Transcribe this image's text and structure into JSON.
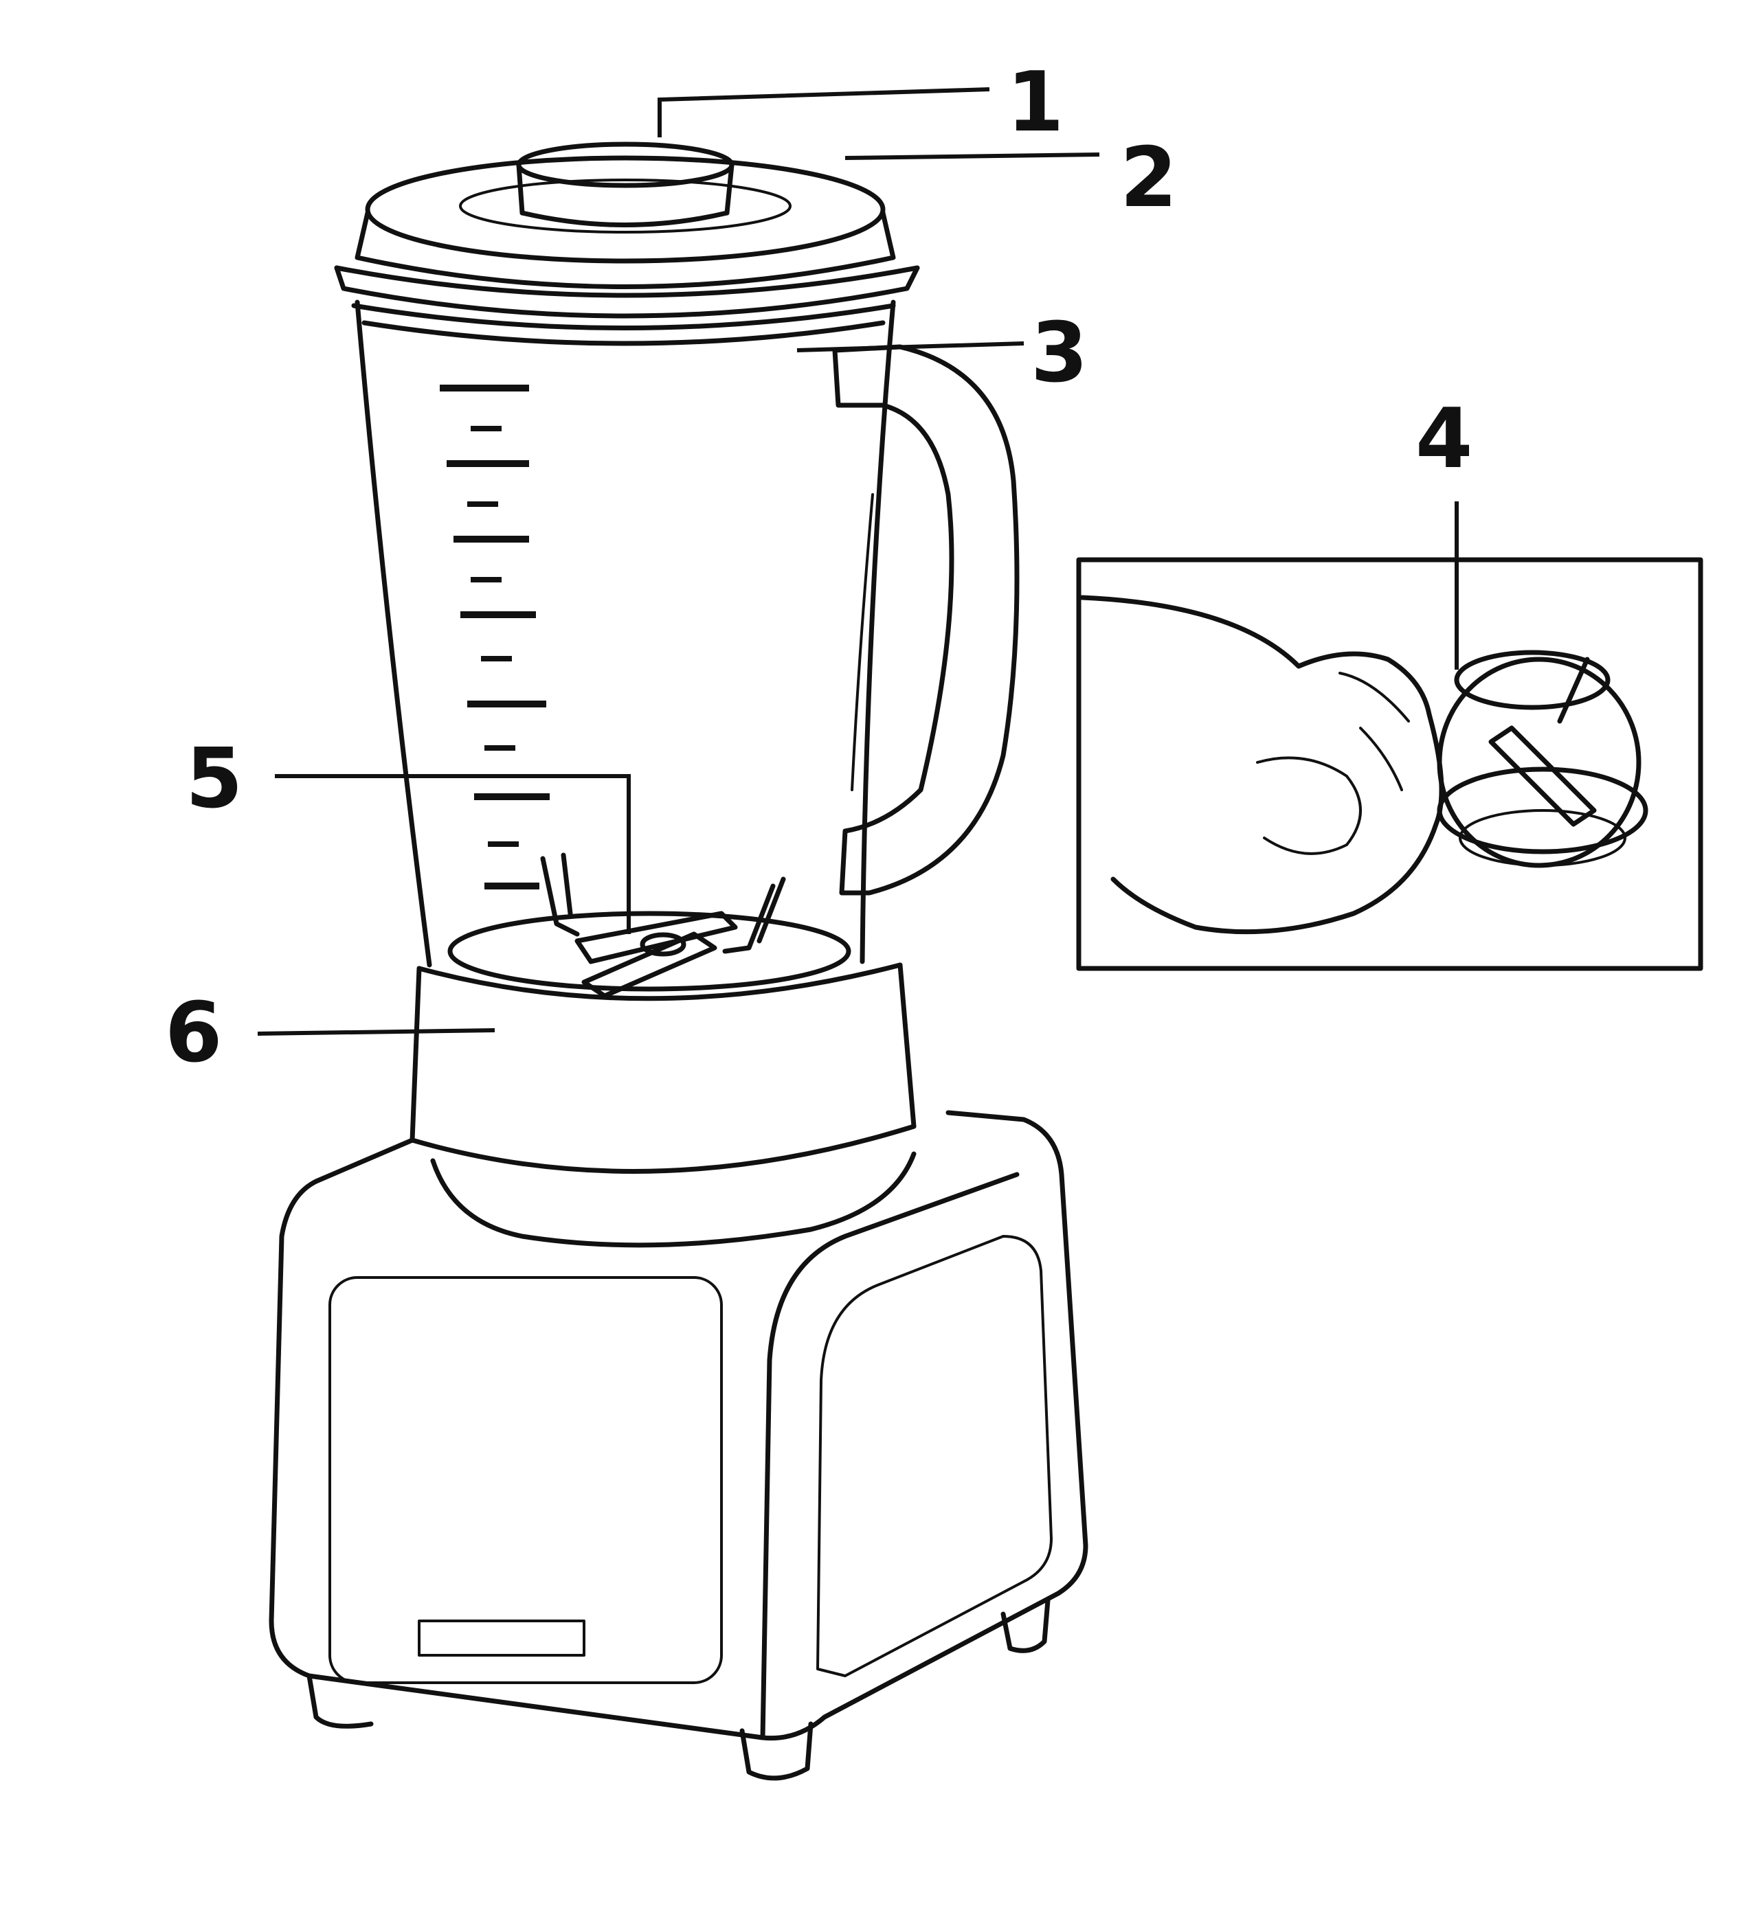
{
  "callouts": [
    {
      "id": "1",
      "label": "1"
    },
    {
      "id": "2",
      "label": "2"
    },
    {
      "id": "3",
      "label": "3"
    },
    {
      "id": "4",
      "label": "4"
    },
    {
      "id": "5",
      "label": "5"
    },
    {
      "id": "6",
      "label": "6"
    }
  ],
  "ink_color": "#111111",
  "background_color": "#ffffff"
}
